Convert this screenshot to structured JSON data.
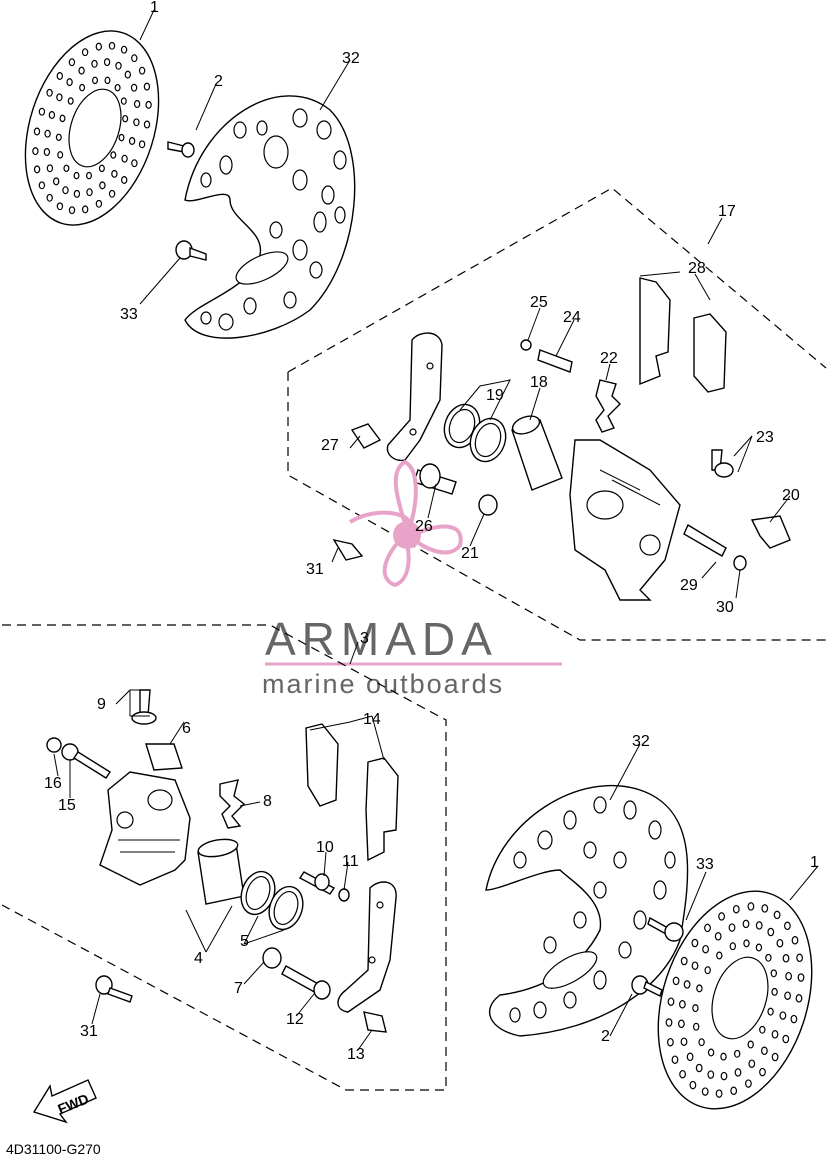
{
  "diagram_code": "4D31100-G270",
  "fwd_label": "FWD",
  "watermark": {
    "brand": "ARMADA",
    "tagline": "marine outboards",
    "logo_color": "#e8a3c9"
  },
  "callouts": {
    "c1a": "1",
    "c2a": "2",
    "c32a": "32",
    "c33a": "33",
    "c17": "17",
    "c28": "28",
    "c25": "25",
    "c24": "24",
    "c22": "22",
    "c19": "19",
    "c18": "18",
    "c23": "23",
    "c27": "27",
    "c26": "26",
    "c20": "20",
    "c21": "21",
    "c31a": "31",
    "c29": "29",
    "c30": "30",
    "c3": "3",
    "c9": "9",
    "c6": "6",
    "c14": "14",
    "c16": "16",
    "c15": "15",
    "c8": "8",
    "c32b": "32",
    "c10": "10",
    "c11": "11",
    "c33b": "33",
    "c1b": "1",
    "c4": "4",
    "c5": "5",
    "c7": "7",
    "c31b": "31",
    "c2b": "2",
    "c12": "12",
    "c13": "13"
  }
}
